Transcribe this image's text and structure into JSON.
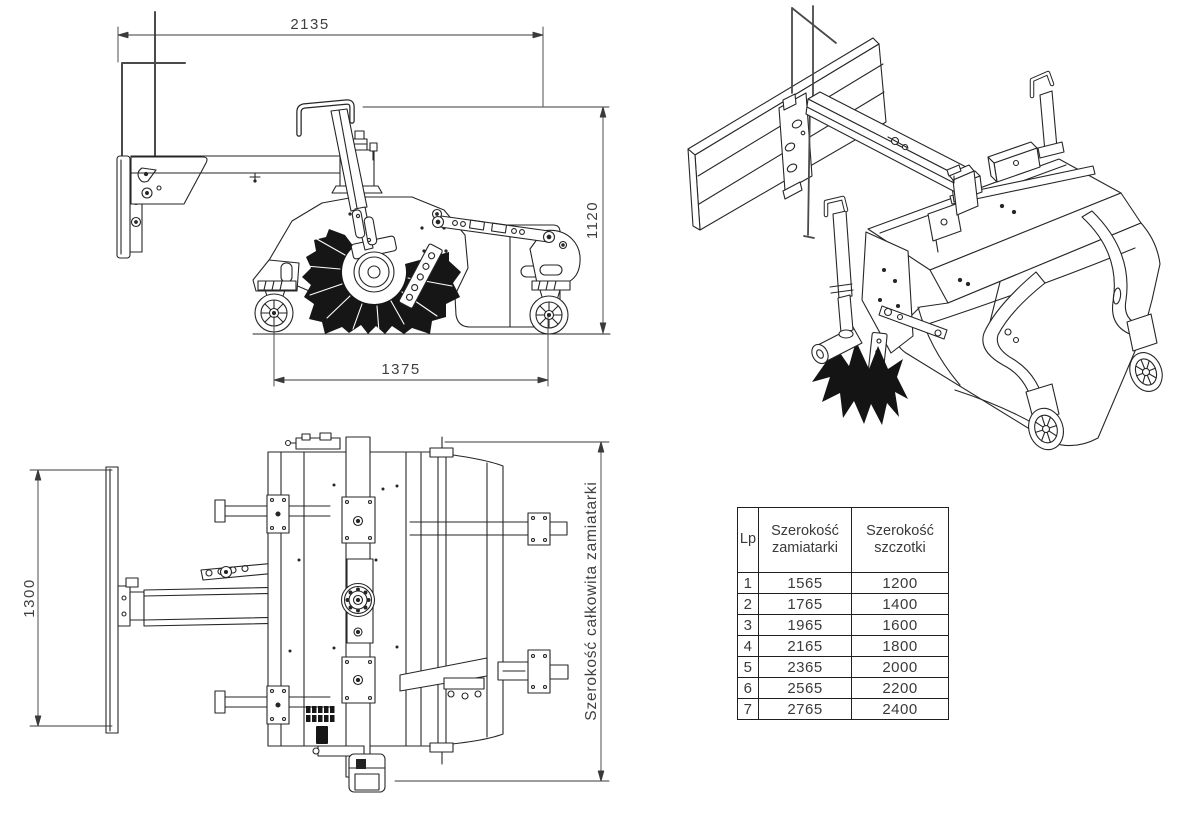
{
  "page": {
    "background": "#ffffff",
    "line_color": "#262626",
    "dim_color": "#3f3f3f"
  },
  "views": {
    "side_view": {
      "dim_top": "2135",
      "dim_right": "1120",
      "dim_bottom": "1375"
    },
    "top_view": {
      "dim_left": "1300",
      "dim_right_label": "Szerokość całkowita zamiatarki"
    }
  },
  "table": {
    "headers": [
      "Lp",
      "Szerokość zamiatarki",
      "Szerokość szczotki"
    ],
    "rows": [
      [
        "1",
        "1565",
        "1200"
      ],
      [
        "2",
        "1765",
        "1400"
      ],
      [
        "3",
        "1965",
        "1600"
      ],
      [
        "4",
        "2165",
        "1800"
      ],
      [
        "5",
        "2365",
        "2000"
      ],
      [
        "6",
        "2565",
        "2200"
      ],
      [
        "7",
        "2765",
        "2400"
      ]
    ]
  }
}
